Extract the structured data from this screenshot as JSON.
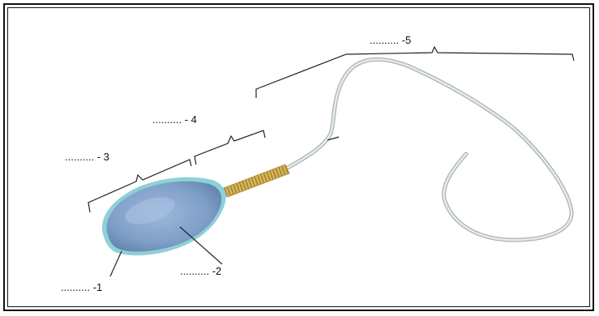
{
  "labels": {
    "l1": ".......... -1",
    "l2": ".......... -2",
    "l3": ".......... - 3",
    "l4": ".......... - 4",
    "l5": ".......... -5"
  },
  "colors": {
    "head": "#7f9fc7",
    "head_outline": "#8ed0d8",
    "midpiece": "#d9b75a",
    "tail": "#cfd6d4",
    "lines": "#222222"
  }
}
